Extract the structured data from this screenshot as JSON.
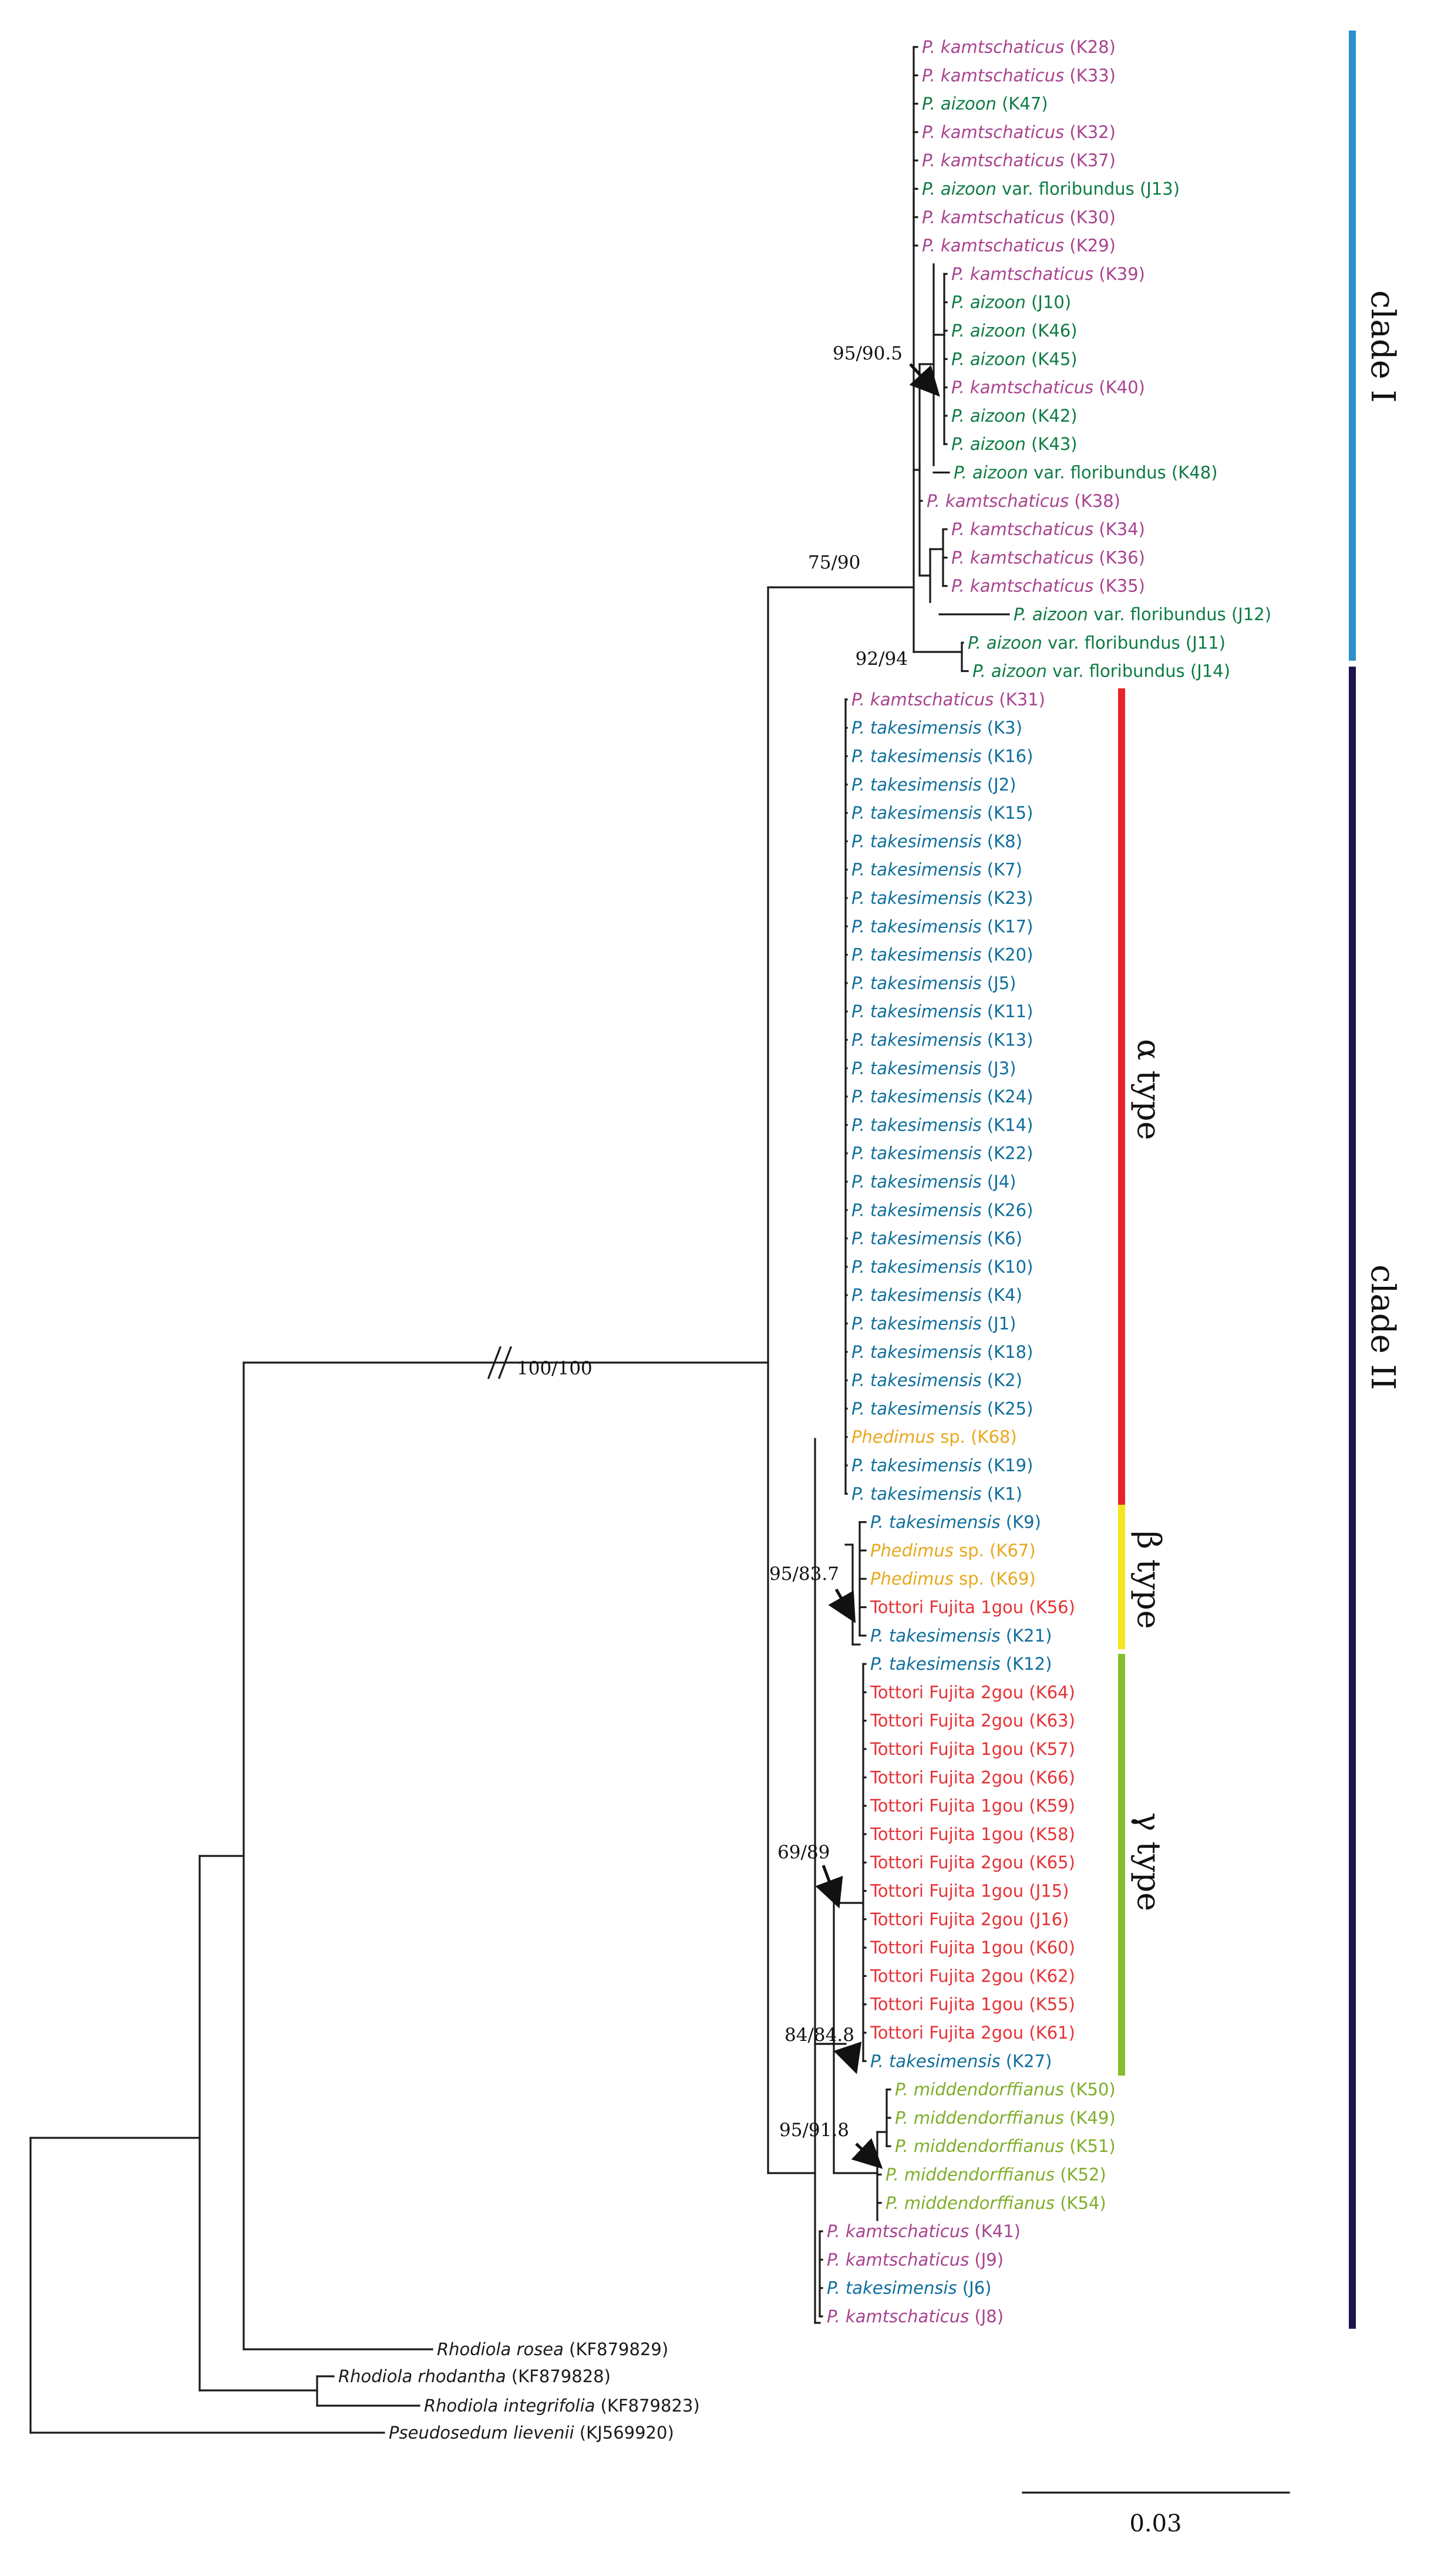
{
  "colors": {
    "kamtschaticus": "#a8438f",
    "aizoon": "#0d7b43",
    "takesimensis": "#0f6e9c",
    "phedimus": "#e8a81c",
    "tottori": "#e53236",
    "middendorffianus": "#7fae2b",
    "outgroup": "#1a1a1a",
    "clade_I_bar": "#2f8fcf",
    "clade_II_bar": "#1c1550",
    "alpha_bar": "#e8222b",
    "beta_bar": "#f5e51e",
    "gamma_bar": "#85bf2c"
  },
  "tips": [
    {
      "id": "K28",
      "sp": "P. kamtschaticus",
      "rest": "",
      "code": "(K28)",
      "group": "kamtschaticus"
    },
    {
      "id": "K33",
      "sp": "P. kamtschaticus",
      "rest": "",
      "code": "(K33)",
      "group": "kamtschaticus"
    },
    {
      "id": "K47",
      "sp": "P. aizoon",
      "rest": "",
      "code": "(K47)",
      "group": "aizoon"
    },
    {
      "id": "K32",
      "sp": "P. kamtschaticus",
      "rest": "",
      "code": "(K32)",
      "group": "kamtschaticus"
    },
    {
      "id": "K37",
      "sp": "P. kamtschaticus",
      "rest": "",
      "code": "(K37)",
      "group": "kamtschaticus"
    },
    {
      "id": "J13",
      "sp": "P. aizoon",
      "rest": " var. floribundus",
      "code": "(J13)",
      "group": "aizoon"
    },
    {
      "id": "K30",
      "sp": "P. kamtschaticus",
      "rest": "",
      "code": "(K30)",
      "group": "kamtschaticus"
    },
    {
      "id": "K29",
      "sp": "P. kamtschaticus",
      "rest": "",
      "code": "(K29)",
      "group": "kamtschaticus"
    },
    {
      "id": "K39",
      "sp": "P. kamtschaticus",
      "rest": "",
      "code": "(K39)",
      "group": "kamtschaticus"
    },
    {
      "id": "J10",
      "sp": "P. aizoon",
      "rest": "",
      "code": "(J10)",
      "group": "aizoon"
    },
    {
      "id": "K46",
      "sp": "P. aizoon",
      "rest": "",
      "code": "(K46)",
      "group": "aizoon"
    },
    {
      "id": "K45",
      "sp": "P. aizoon",
      "rest": "",
      "code": "(K45)",
      "group": "aizoon"
    },
    {
      "id": "K40",
      "sp": "P. kamtschaticus",
      "rest": "",
      "code": "(K40)",
      "group": "kamtschaticus"
    },
    {
      "id": "K42",
      "sp": "P. aizoon",
      "rest": "",
      "code": "(K42)",
      "group": "aizoon"
    },
    {
      "id": "K43",
      "sp": "P. aizoon",
      "rest": "",
      "code": "(K43)",
      "group": "aizoon"
    },
    {
      "id": "K48",
      "sp": "P. aizoon",
      "rest": " var. floribundus",
      "code": "(K48)",
      "group": "aizoon"
    },
    {
      "id": "K38",
      "sp": "P. kamtschaticus",
      "rest": "",
      "code": "(K38)",
      "group": "kamtschaticus"
    },
    {
      "id": "K34",
      "sp": "P. kamtschaticus",
      "rest": "",
      "code": "(K34)",
      "group": "kamtschaticus"
    },
    {
      "id": "K36",
      "sp": "P. kamtschaticus",
      "rest": "",
      "code": "(K36)",
      "group": "kamtschaticus"
    },
    {
      "id": "K35",
      "sp": "P. kamtschaticus",
      "rest": "",
      "code": "(K35)",
      "group": "kamtschaticus"
    },
    {
      "id": "J12",
      "sp": "P. aizoon",
      "rest": " var. floribundus",
      "code": "(J12)",
      "group": "aizoon"
    },
    {
      "id": "J11",
      "sp": "P. aizoon",
      "rest": " var. floribundus",
      "code": "(J11)",
      "group": "aizoon"
    },
    {
      "id": "J14",
      "sp": "P. aizoon",
      "rest": " var. floribundus",
      "code": "(J14)",
      "group": "aizoon"
    },
    {
      "id": "K31",
      "sp": "P. kamtschaticus",
      "rest": "",
      "code": "(K31)",
      "group": "kamtschaticus"
    },
    {
      "id": "K3",
      "sp": "P. takesimensis",
      "rest": "",
      "code": "(K3)",
      "group": "takesimensis"
    },
    {
      "id": "K16",
      "sp": "P. takesimensis",
      "rest": "",
      "code": "(K16)",
      "group": "takesimensis"
    },
    {
      "id": "J2",
      "sp": "P. takesimensis",
      "rest": "",
      "code": "(J2)",
      "group": "takesimensis"
    },
    {
      "id": "K15",
      "sp": "P. takesimensis",
      "rest": "",
      "code": "(K15)",
      "group": "takesimensis"
    },
    {
      "id": "K8",
      "sp": "P. takesimensis",
      "rest": "",
      "code": "(K8)",
      "group": "takesimensis"
    },
    {
      "id": "K7",
      "sp": "P. takesimensis",
      "rest": "",
      "code": "(K7)",
      "group": "takesimensis"
    },
    {
      "id": "K23",
      "sp": "P. takesimensis",
      "rest": "",
      "code": "(K23)",
      "group": "takesimensis"
    },
    {
      "id": "K17",
      "sp": "P. takesimensis",
      "rest": "",
      "code": "(K17)",
      "group": "takesimensis"
    },
    {
      "id": "K20",
      "sp": "P. takesimensis",
      "rest": "",
      "code": "(K20)",
      "group": "takesimensis"
    },
    {
      "id": "J5",
      "sp": "P. takesimensis",
      "rest": "",
      "code": "(J5)",
      "group": "takesimensis"
    },
    {
      "id": "K11",
      "sp": "P. takesimensis",
      "rest": "",
      "code": "(K11)",
      "group": "takesimensis"
    },
    {
      "id": "K13",
      "sp": "P. takesimensis",
      "rest": "",
      "code": "(K13)",
      "group": "takesimensis"
    },
    {
      "id": "J3",
      "sp": "P. takesimensis",
      "rest": "",
      "code": "(J3)",
      "group": "takesimensis"
    },
    {
      "id": "K24",
      "sp": "P. takesimensis",
      "rest": "",
      "code": "(K24)",
      "group": "takesimensis"
    },
    {
      "id": "K14",
      "sp": "P. takesimensis",
      "rest": "",
      "code": "(K14)",
      "group": "takesimensis"
    },
    {
      "id": "K22",
      "sp": "P. takesimensis",
      "rest": "",
      "code": "(K22)",
      "group": "takesimensis"
    },
    {
      "id": "J4",
      "sp": "P. takesimensis",
      "rest": "",
      "code": "(J4)",
      "group": "takesimensis"
    },
    {
      "id": "K26",
      "sp": "P. takesimensis",
      "rest": "",
      "code": "(K26)",
      "group": "takesimensis"
    },
    {
      "id": "K6",
      "sp": "P. takesimensis",
      "rest": "",
      "code": "(K6)",
      "group": "takesimensis"
    },
    {
      "id": "K10",
      "sp": "P. takesimensis",
      "rest": "",
      "code": "(K10)",
      "group": "takesimensis"
    },
    {
      "id": "K4",
      "sp": "P. takesimensis",
      "rest": "",
      "code": "(K4)",
      "group": "takesimensis"
    },
    {
      "id": "J1",
      "sp": "P. takesimensis",
      "rest": "",
      "code": "(J1)",
      "group": "takesimensis"
    },
    {
      "id": "K18",
      "sp": "P. takesimensis",
      "rest": "",
      "code": "(K18)",
      "group": "takesimensis"
    },
    {
      "id": "K2",
      "sp": "P. takesimensis",
      "rest": "",
      "code": "(K2)",
      "group": "takesimensis"
    },
    {
      "id": "K25",
      "sp": "P. takesimensis",
      "rest": "",
      "code": "(K25)",
      "group": "takesimensis"
    },
    {
      "id": "K68",
      "sp": "Phedimus",
      "rest": " sp.",
      "code": "(K68)",
      "group": "phedimus"
    },
    {
      "id": "K19",
      "sp": "P. takesimensis",
      "rest": "",
      "code": "(K19)",
      "group": "takesimensis"
    },
    {
      "id": "K1",
      "sp": "P. takesimensis",
      "rest": "",
      "code": "(K1)",
      "group": "takesimensis"
    },
    {
      "id": "K9",
      "sp": "P. takesimensis",
      "rest": "",
      "code": "(K9)",
      "group": "takesimensis"
    },
    {
      "id": "K67",
      "sp": "Phedimus",
      "rest": " sp.",
      "code": "(K67)",
      "group": "phedimus"
    },
    {
      "id": "K69",
      "sp": "Phedimus",
      "rest": " sp.",
      "code": "(K69)",
      "group": "phedimus"
    },
    {
      "id": "K56",
      "sp": "",
      "rest": "Tottori Fujita 1gou",
      "code": "(K56)",
      "group": "tottori"
    },
    {
      "id": "K21",
      "sp": "P. takesimensis",
      "rest": "",
      "code": "(K21)",
      "group": "takesimensis"
    },
    {
      "id": "K12",
      "sp": "P. takesimensis",
      "rest": "",
      "code": "(K12)",
      "group": "takesimensis"
    },
    {
      "id": "K64",
      "sp": "",
      "rest": "Tottori Fujita 2gou",
      "code": "(K64)",
      "group": "tottori"
    },
    {
      "id": "K63",
      "sp": "",
      "rest": "Tottori Fujita 2gou",
      "code": "(K63)",
      "group": "tottori"
    },
    {
      "id": "K57",
      "sp": "",
      "rest": "Tottori Fujita 1gou",
      "code": "(K57)",
      "group": "tottori"
    },
    {
      "id": "K66",
      "sp": "",
      "rest": "Tottori Fujita 2gou",
      "code": "(K66)",
      "group": "tottori"
    },
    {
      "id": "K59",
      "sp": "",
      "rest": "Tottori Fujita 1gou",
      "code": "(K59)",
      "group": "tottori"
    },
    {
      "id": "K58",
      "sp": "",
      "rest": "Tottori Fujita 1gou",
      "code": "(K58)",
      "group": "tottori"
    },
    {
      "id": "K65",
      "sp": "",
      "rest": "Tottori Fujita 2gou",
      "code": "(K65)",
      "group": "tottori"
    },
    {
      "id": "J15",
      "sp": "",
      "rest": "Tottori Fujita 1gou",
      "code": "(J15)",
      "group": "tottori"
    },
    {
      "id": "J16",
      "sp": "",
      "rest": "Tottori Fujita 2gou",
      "code": "(J16)",
      "group": "tottori"
    },
    {
      "id": "K60",
      "sp": "",
      "rest": "Tottori Fujita 1gou",
      "code": "(K60)",
      "group": "tottori"
    },
    {
      "id": "K62",
      "sp": "",
      "rest": "Tottori Fujita 2gou",
      "code": "(K62)",
      "group": "tottori"
    },
    {
      "id": "K55",
      "sp": "",
      "rest": "Tottori Fujita 1gou",
      "code": "(K55)",
      "group": "tottori"
    },
    {
      "id": "K61",
      "sp": "",
      "rest": "Tottori Fujita 2gou",
      "code": "(K61)",
      "group": "tottori"
    },
    {
      "id": "K27",
      "sp": "P. takesimensis",
      "rest": "",
      "code": "(K27)",
      "group": "takesimensis"
    },
    {
      "id": "K50",
      "sp": "P. middendorffianus",
      "rest": "",
      "code": "(K50)",
      "group": "middendorffianus"
    },
    {
      "id": "K49",
      "sp": "P. middendorffianus",
      "rest": "",
      "code": "(K49)",
      "group": "middendorffianus"
    },
    {
      "id": "K51",
      "sp": "P. middendorffianus",
      "rest": "",
      "code": "(K51)",
      "group": "middendorffianus"
    },
    {
      "id": "K52",
      "sp": "P. middendorffianus",
      "rest": "",
      "code": "(K52)",
      "group": "middendorffianus"
    },
    {
      "id": "K54",
      "sp": "P. middendorffianus",
      "rest": "",
      "code": "(K54)",
      "group": "middendorffianus"
    },
    {
      "id": "K41",
      "sp": "P. kamtschaticus",
      "rest": "",
      "code": "(K41)",
      "group": "kamtschaticus"
    },
    {
      "id": "J9",
      "sp": "P. kamtschaticus",
      "rest": "",
      "code": "(J9)",
      "group": "kamtschaticus"
    },
    {
      "id": "J6",
      "sp": "P. takesimensis",
      "rest": "",
      "code": "(J6)",
      "group": "takesimensis"
    },
    {
      "id": "J8",
      "sp": "P. kamtschaticus",
      "rest": "",
      "code": "(J8)",
      "group": "kamtschaticus"
    },
    {
      "id": "rosea",
      "sp": "Rhodiola rosea",
      "rest": "",
      "code": "(KF879829)",
      "group": "outgroup"
    },
    {
      "id": "rhodantha",
      "sp": "Rhodiola rhodantha",
      "rest": "",
      "code": "(KF879828)",
      "group": "outgroup"
    },
    {
      "id": "integrifolia",
      "sp": "Rhodiola integrifolia",
      "rest": "",
      "code": "(KF879823)",
      "group": "outgroup"
    },
    {
      "id": "lievenii",
      "sp": "Pseudosedum lievenii",
      "rest": "",
      "code": "(KJ569920)",
      "group": "outgroup"
    }
  ],
  "support_values": [
    {
      "id": "s1",
      "text": "95/90.5"
    },
    {
      "id": "s2",
      "text": "75/90"
    },
    {
      "id": "s3",
      "text": "92/94"
    },
    {
      "id": "s4",
      "text": "100/100"
    },
    {
      "id": "s5",
      "text": "95/83.7"
    },
    {
      "id": "s6",
      "text": "69/89"
    },
    {
      "id": "s7",
      "text": "84/84.8"
    },
    {
      "id": "s8",
      "text": "95/91.8"
    }
  ],
  "clades": [
    {
      "id": "clade1",
      "label": "clade I"
    },
    {
      "id": "clade2",
      "label": "clade II"
    }
  ],
  "types": [
    {
      "id": "alpha",
      "label": "α type"
    },
    {
      "id": "beta",
      "label": "β type"
    },
    {
      "id": "gamma",
      "label": "γ type"
    }
  ],
  "scale_bar": {
    "label": "0.03"
  }
}
